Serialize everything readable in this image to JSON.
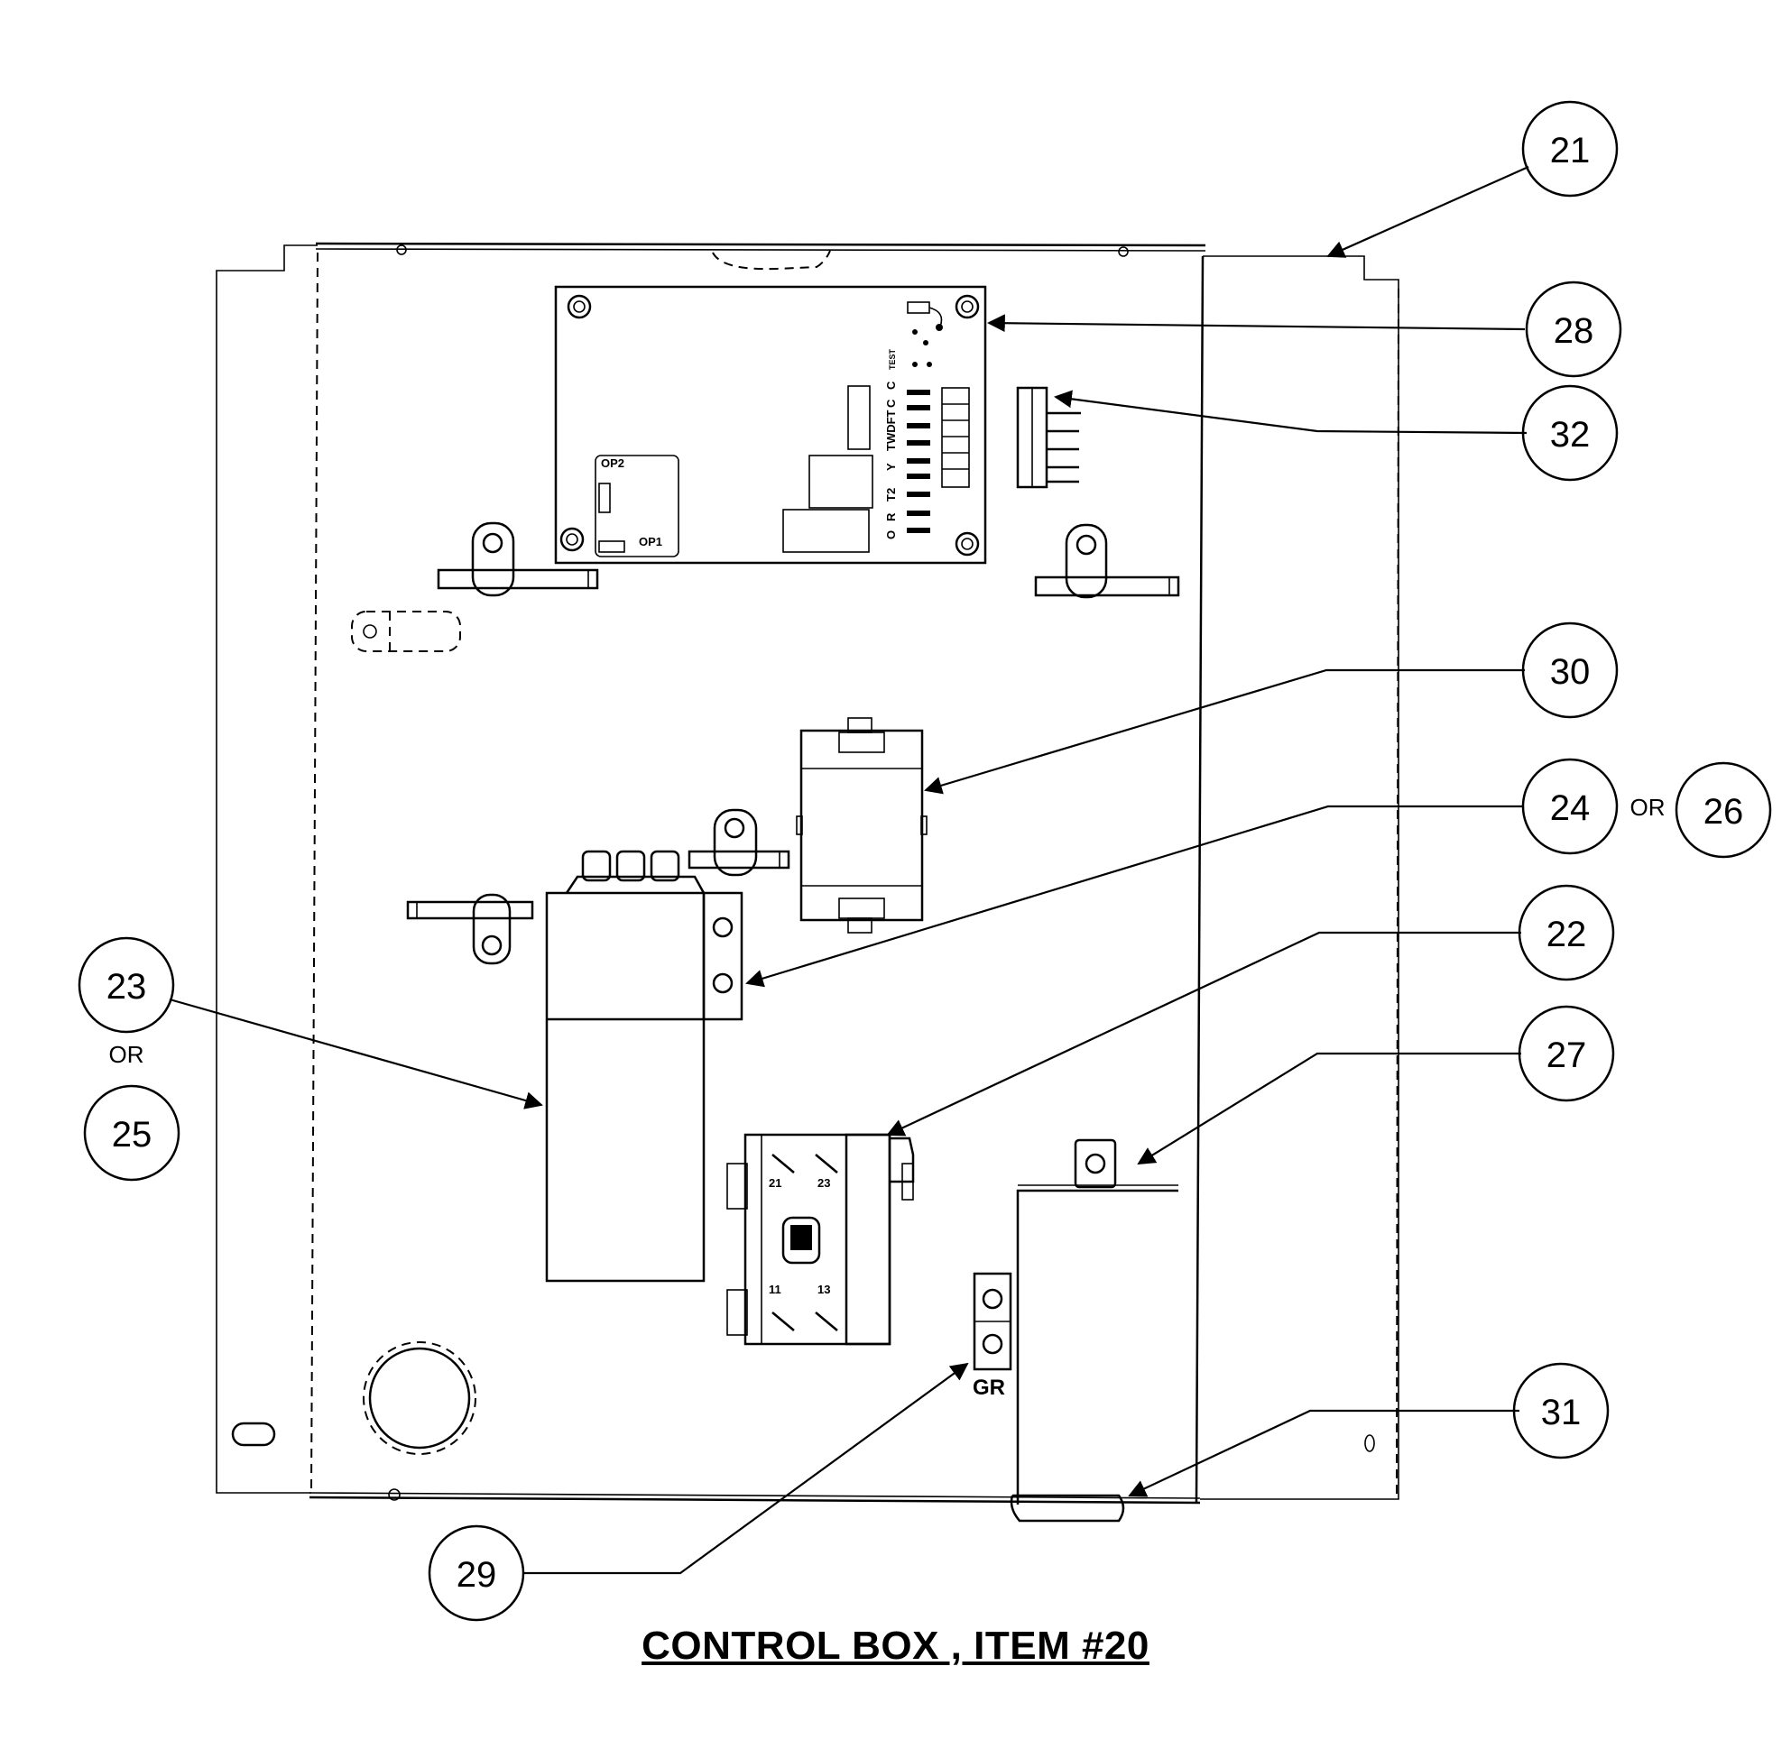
{
  "callouts": {
    "c21": "21",
    "c22": "22",
    "c23": "23",
    "c24": "24",
    "c25": "25",
    "c26": "26",
    "c27": "27",
    "c28": "28",
    "c29": "29",
    "c30": "30",
    "c31": "31",
    "c32": "32"
  },
  "connectors": {
    "or_a": "OR",
    "or_b": "OR"
  },
  "board_labels": {
    "op1": "OP1",
    "op2": "OP2",
    "terminals": [
      "O",
      "R",
      "T2",
      "Y",
      "TWDFT",
      "C",
      "C",
      "TEST"
    ]
  },
  "contactor_labels": {
    "t21": "21",
    "t23": "23",
    "t11": "11",
    "t13": "13"
  },
  "ground_label": "GR",
  "caption": "CONTROL BOX , ITEM #20"
}
